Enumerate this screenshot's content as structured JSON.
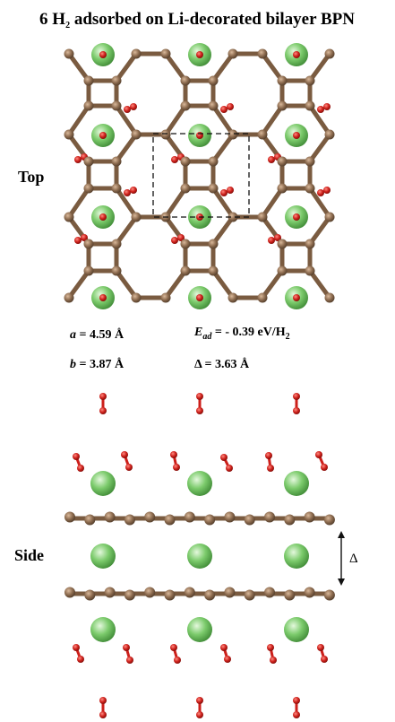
{
  "figure": {
    "title_prefix": "6 H",
    "title_sub": "2",
    "title_rest": " adsorbed on Li-decorated bilayer BPN",
    "top_label": "Top",
    "side_label": "Side",
    "delta_label": "Δ"
  },
  "params": {
    "a_symbol": "a",
    "a_value": " = 4.59 Å",
    "b_symbol": "b",
    "b_value": " = 3.87 Å",
    "e_symbol": "E",
    "e_sub": "ad",
    "e_value": " = - 0.39 eV/H",
    "e_unit_sub": "2",
    "delta_text": "Δ = 3.63 Å"
  },
  "colors": {
    "carbon": "#8b6a4e",
    "bond": "#7a5b40",
    "lithium": "#7ccb6c",
    "hydrogen": "#cc1f1a",
    "unit_cell": "#111111"
  }
}
